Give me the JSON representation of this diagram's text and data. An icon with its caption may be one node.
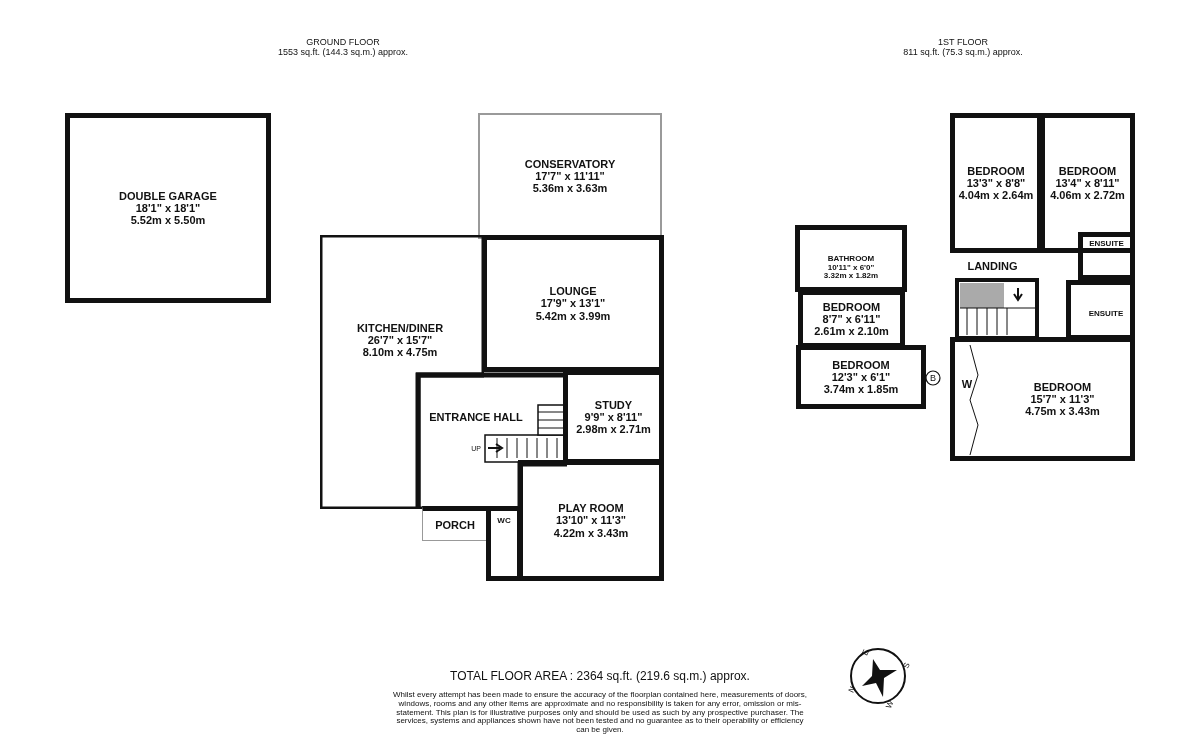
{
  "diagram": {
    "nodes": [
      {
        "text": [
          "DOUBLE GARAGE",
          "18'1\" x 18'1\"",
          "5.52m x 5.50m"
        ]
      },
      {
        "text": [
          "CONSERVATORY",
          "17'7\" x 11'11\"",
          "5.36m x 3.63m"
        ]
      },
      {
        "text": [
          "KITCHEN/DINER",
          "26'7\" x 15'7\"",
          "8.10m x 4.75m"
        ]
      },
      {
        "text": [
          "LOUNGE",
          "17'9\" x 13'1\"",
          "5.42m x 3.99m"
        ]
      },
      {
        "text": [
          "ENTRANCE HALL"
        ]
      },
      {
        "text": [
          "STUDY",
          "9'9\" x 8'11\"",
          "2.98m x 2.71m"
        ]
      },
      {
        "text": [
          "PORCH"
        ]
      },
      {
        "text": [
          "WC"
        ]
      },
      {
        "text": [
          "PLAY ROOM",
          "13'10\" x 11'3\"",
          "4.22m x 3.43m"
        ]
      },
      {
        "text": [
          "BEDROOM",
          "13'3\" x 8'8\"",
          "4.04m x 2.64m"
        ]
      },
      {
        "text": [
          "BEDROOM",
          "13'4\" x 8'11\"",
          "4.06m x 2.72m"
        ]
      },
      {
        "text": [
          "BATHROOM",
          "10'11\" x 6'0\"",
          "3.32m x 1.82m"
        ]
      },
      {
        "text": [
          "LANDING"
        ]
      },
      {
        "text": [
          "ENSUITE"
        ]
      },
      {
        "text": [
          "ENSUITE"
        ]
      },
      {
        "text": [
          "BEDROOM",
          "8'7\" x 6'11\"",
          "2.61m x 2.10m"
        ]
      },
      {
        "text": [
          "BEDROOM",
          "12'3\" x 6'1\"",
          "3.74m x 1.85m"
        ]
      },
      {
        "text": [
          "BEDROOM",
          "15'7\" x 11'3\"",
          "4.75m x 3.43m"
        ]
      }
    ],
    "labels": [
      "GROUND FLOOR",
      "1553 sq.ft. (144.3 sq.m.) approx.",
      "1ST FLOOR",
      "811 sq.ft. (75.3 sq.m.) approx.",
      "UP",
      "B",
      "W",
      "E",
      "S",
      "N",
      "W",
      "TOTAL FLOOR AREA : 2364 sq.ft. (219.6 sq.m.) approx.",
      "Whilst every attempt has been made to ensure the accuracy of the floorplan contained here, measurements of doors, windows, rooms and any other items are approximate and no responsibility is taken for any error, omission or mis-statement. This plan is for illustrative purposes only and should be used as such by any prospective purchaser. The services, systems and appliances shown have not been tested and no guarantee as to their operability or efficiency can be given."
    ]
  }
}
